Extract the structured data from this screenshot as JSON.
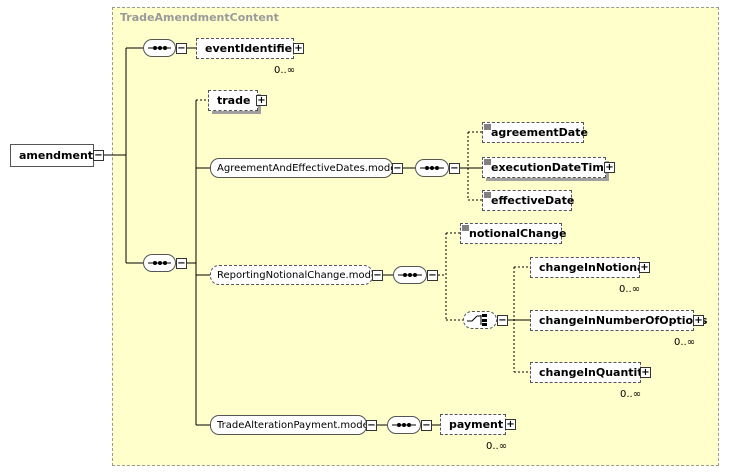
{
  "group": {
    "title": "TradeAmendmentContent"
  },
  "root": {
    "label": "amendment"
  },
  "elements": {
    "event_identifier": {
      "label": "eventIdentifier",
      "cardinality": "0..∞"
    },
    "trade": {
      "label": "trade"
    },
    "agreement_date": {
      "label": "agreementDate"
    },
    "execution_date_time": {
      "label": "executionDateTime"
    },
    "effective_date": {
      "label": "effectiveDate"
    },
    "notional_change": {
      "label": "notionalChange"
    },
    "change_in_notional": {
      "label": "changeInNotional",
      "cardinality": "0..∞"
    },
    "change_in_number_of_options": {
      "label": "changeInNumberOfOptions",
      "cardinality": "0..∞"
    },
    "change_in_quantity": {
      "label": "changeInQuantity",
      "cardinality": "0..∞"
    },
    "payment": {
      "label": "payment",
      "cardinality": "0..∞"
    }
  },
  "models": {
    "agreement_effective": {
      "label": "AgreementAndEffectiveDates.model"
    },
    "reporting_notional": {
      "label": "ReportingNotionalChange.model"
    },
    "trade_alteration": {
      "label": "TradeAlterationPayment.model"
    }
  },
  "toggle_symbols": {
    "expand": "+",
    "collapse": "−"
  },
  "colors": {
    "group_bg": "#ffffcc",
    "border": "#555555",
    "group_border": "#9a9a9a"
  }
}
